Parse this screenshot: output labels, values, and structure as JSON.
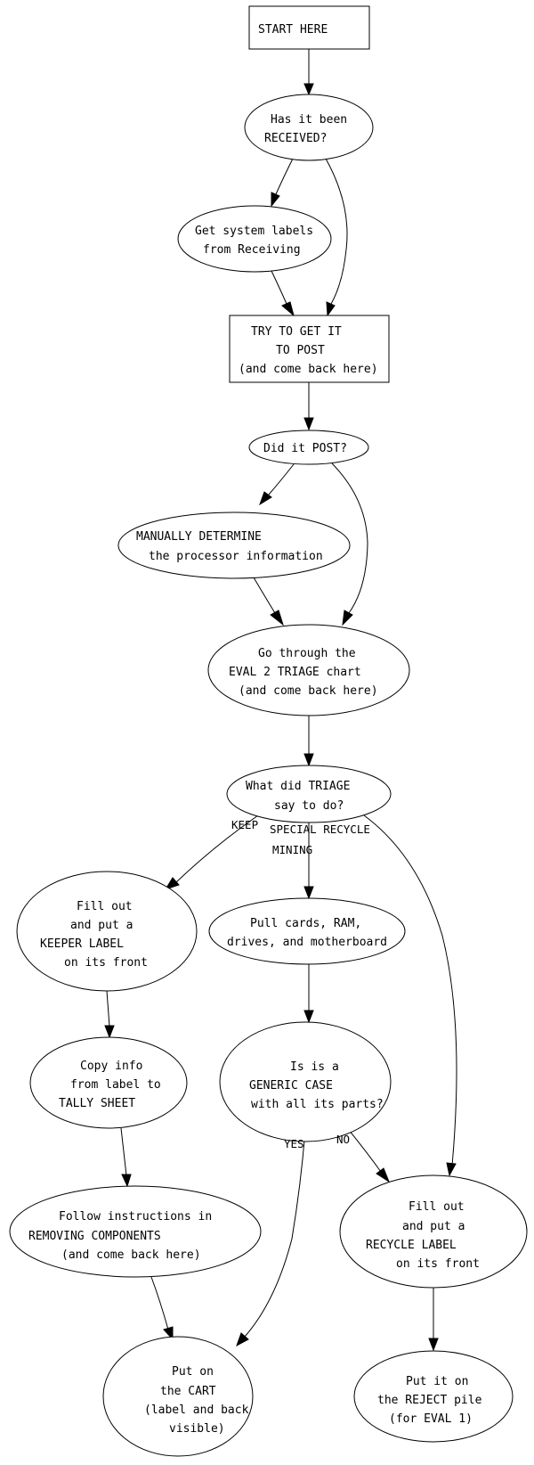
{
  "title": "Evaluation workflow flowchart",
  "nodes": {
    "start": {
      "shape": "box",
      "lines": [
        "START HERE"
      ]
    },
    "received": {
      "shape": "ellipse",
      "lines": [
        "Has it been",
        "RECEIVED?"
      ]
    },
    "get_labels": {
      "shape": "ellipse",
      "lines": [
        "Get system labels",
        "from Receiving"
      ]
    },
    "try_post": {
      "shape": "box",
      "lines": [
        "TRY TO GET IT",
        "TO POST",
        "(and come back here)"
      ]
    },
    "did_post": {
      "shape": "ellipse",
      "lines": [
        "Did it POST?"
      ]
    },
    "manually": {
      "shape": "ellipse",
      "lines": [
        "MANUALLY DETERMINE",
        "the processor information"
      ]
    },
    "triage_chart": {
      "shape": "ellipse",
      "lines": [
        "Go through the",
        "EVAL 2 TRIAGE chart",
        "(and come back here)"
      ]
    },
    "triage_q": {
      "shape": "ellipse",
      "lines": [
        "What did TRIAGE",
        "say to do?"
      ]
    },
    "keeper": {
      "shape": "ellipse",
      "lines": [
        "Fill out",
        "and put a",
        "KEEPER LABEL",
        "on its front"
      ]
    },
    "pull": {
      "shape": "ellipse",
      "lines": [
        "Pull cards, RAM,",
        "drives, and motherboard"
      ]
    },
    "copy": {
      "shape": "ellipse",
      "lines": [
        "Copy info",
        "from label to",
        "TALLY SHEET"
      ]
    },
    "generic": {
      "shape": "ellipse",
      "lines": [
        "Is is a",
        "GENERIC CASE",
        "with all its parts?"
      ]
    },
    "follow": {
      "shape": "ellipse",
      "lines": [
        "Follow instructions in",
        "REMOVING COMPONENTS",
        "(and come back here)"
      ]
    },
    "recycle": {
      "shape": "ellipse",
      "lines": [
        "Fill out",
        "and put a",
        "RECYCLE LABEL",
        "on its front"
      ]
    },
    "cart": {
      "shape": "ellipse",
      "lines": [
        "Put on",
        "the CART",
        "(label and back",
        "visible)"
      ]
    },
    "reject": {
      "shape": "ellipse",
      "lines": [
        "Put it on",
        "the REJECT pile",
        "(for EVAL 1)"
      ]
    }
  },
  "edges": [
    {
      "from": "start",
      "to": "received",
      "label": ""
    },
    {
      "from": "received",
      "to": "get_labels",
      "label": ""
    },
    {
      "from": "received",
      "to": "try_post",
      "label": ""
    },
    {
      "from": "get_labels",
      "to": "try_post",
      "label": ""
    },
    {
      "from": "try_post",
      "to": "did_post",
      "label": ""
    },
    {
      "from": "did_post",
      "to": "manually",
      "label": ""
    },
    {
      "from": "did_post",
      "to": "triage_chart",
      "label": ""
    },
    {
      "from": "manually",
      "to": "triage_chart",
      "label": ""
    },
    {
      "from": "triage_chart",
      "to": "triage_q",
      "label": ""
    },
    {
      "from": "triage_q",
      "to": "keeper",
      "label": "KEEP"
    },
    {
      "from": "triage_q",
      "to": "pull",
      "label_lines": [
        "SPECIAL RECYCLE",
        "MINING"
      ]
    },
    {
      "from": "triage_q",
      "to": "recycle",
      "label": ""
    },
    {
      "from": "keeper",
      "to": "copy",
      "label": ""
    },
    {
      "from": "pull",
      "to": "generic",
      "label": ""
    },
    {
      "from": "copy",
      "to": "follow",
      "label": ""
    },
    {
      "from": "generic",
      "to": "cart",
      "label": "YES"
    },
    {
      "from": "generic",
      "to": "recycle",
      "label": "NO"
    },
    {
      "from": "follow",
      "to": "cart",
      "label": ""
    },
    {
      "from": "recycle",
      "to": "reject",
      "label": ""
    }
  ],
  "edge_labels": {
    "keep": "KEEP",
    "special_recycle": "SPECIAL RECYCLE",
    "mining": "MINING",
    "yes": "YES",
    "no": "NO"
  }
}
